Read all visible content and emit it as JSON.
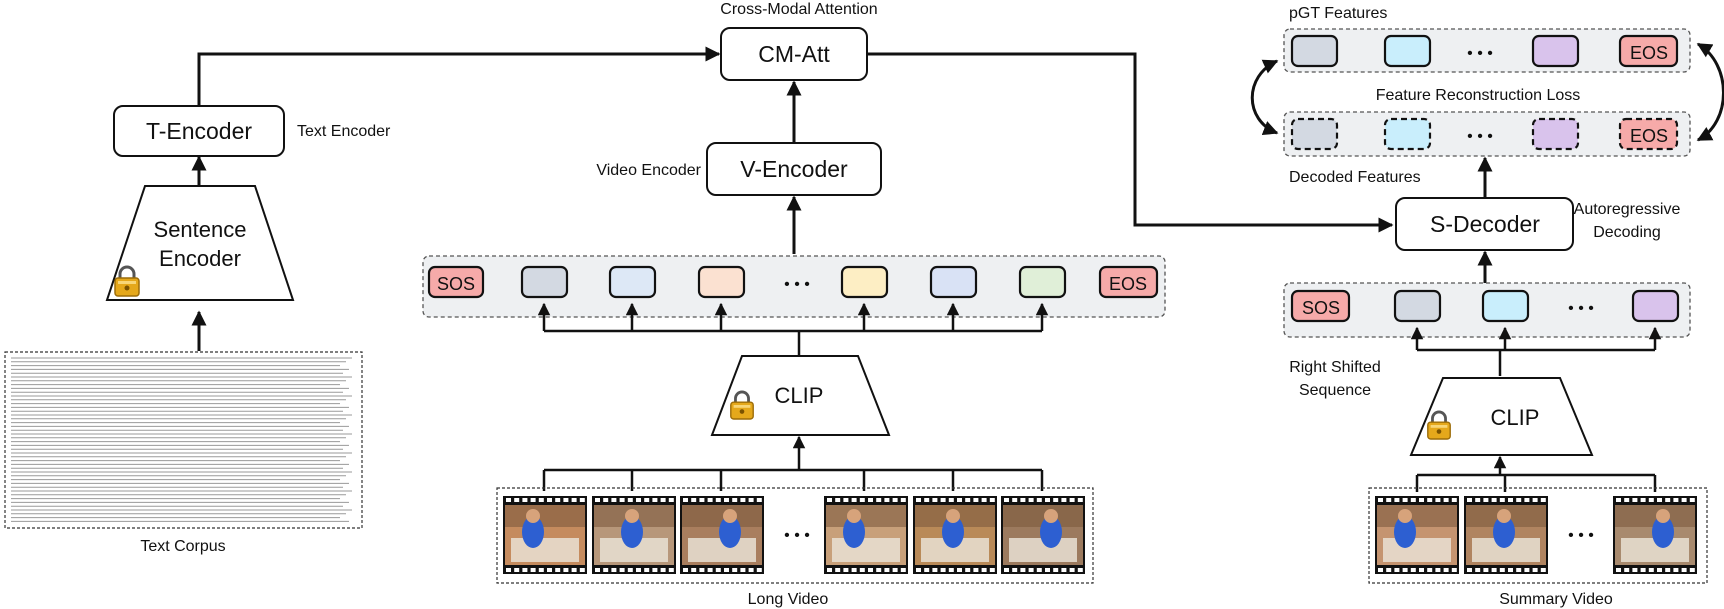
{
  "labels": {
    "cross_modal_attention": "Cross-Modal Attention",
    "cm_att": "CM-Att",
    "t_encoder": "T-Encoder",
    "text_encoder": "Text Encoder",
    "sentence_encoder_line1": "Sentence",
    "sentence_encoder_line2": "Encoder",
    "video_encoder": "Video Encoder",
    "v_encoder": "V-Encoder",
    "clip": "CLIP",
    "text_corpus": "Text Corpus",
    "long_video": "Long Video",
    "pgt_features": "pGT Features",
    "feature_reconstruction_loss": "Feature Reconstruction Loss",
    "decoded_features": "Decoded Features",
    "s_decoder": "S-Decoder",
    "autoregressive_line1": "Autoregressive",
    "autoregressive_line2": "Decoding",
    "right_shifted_line1": "Right Shifted",
    "right_shifted_line2": "Sequence",
    "summary_video": "Summary Video",
    "sos": "SOS",
    "eos": "EOS",
    "ellipsis": "• • •"
  },
  "colors": {
    "gray_token": "#d3d9e2",
    "blue_token": "#dde8f6",
    "peach_token": "#fbe1d1",
    "yellow_token": "#fdeec4",
    "periwinkle_token": "#d9e2f5",
    "green_token": "#e0efd8",
    "cyan_token": "#c9eefc",
    "purple_token": "#d9c3ec",
    "red_token": "#f6aaa9",
    "panel_bg": "#eef0f2",
    "lock_gold": "#e5a81b"
  },
  "icons": [
    "lock-icon",
    "film-strip-icon",
    "arrow-icon"
  ]
}
